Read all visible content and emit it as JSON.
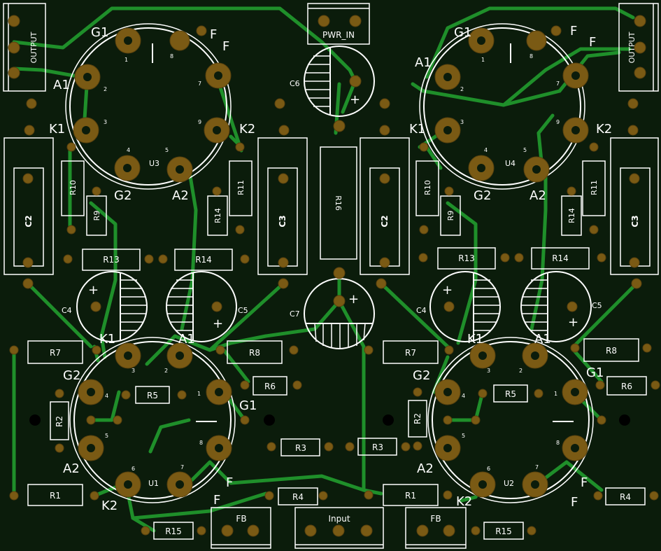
{
  "board": {
    "background": "#0b1c0b",
    "trace_color": "#1f8f2a",
    "pad_color": "#7a5a14",
    "silk_color": "#ffffff"
  },
  "labels": {
    "output": "OUTPUT",
    "pwr_in": "PWR_IN",
    "input": "Input",
    "fb": "FB",
    "plus": "+"
  },
  "tubes": {
    "u3": {
      "ref": "U3",
      "g1": "G1",
      "g2": "G2",
      "f": "F",
      "a1": "A1",
      "a2": "A2",
      "k1": "K1",
      "k2": "K2"
    },
    "u4": {
      "ref": "U4",
      "g1": "G1",
      "g2": "G2",
      "f": "F",
      "a1": "A1",
      "a2": "A2",
      "k1": "K1",
      "k2": "K2"
    },
    "u1": {
      "ref": "U1",
      "g1": "G1",
      "g2": "G2",
      "f": "F",
      "a1": "A1",
      "a2": "A2",
      "k1": "K1",
      "k2": "K2"
    },
    "u2": {
      "ref": "U2",
      "g1": "G1",
      "g2": "G2",
      "f": "F",
      "a1": "A1",
      "a2": "A2",
      "k1": "K1",
      "k2": "K2"
    }
  },
  "parts": {
    "c2": "C2",
    "c3": "C3",
    "c4": "C4",
    "c5": "C5",
    "c6": "C6",
    "c7": "C7",
    "r1": "R1",
    "r2": "R2",
    "r3": "R3",
    "r4": "R4",
    "r5": "R5",
    "r6": "R6",
    "r7": "R7",
    "r8": "R8",
    "r9": "R9",
    "r10": "R10",
    "r11": "R11",
    "r13": "R13",
    "r14": "R14",
    "r15": "R15",
    "r16": "R16"
  },
  "pin_numbers": [
    "1",
    "2",
    "3",
    "4",
    "5",
    "6",
    "7",
    "8",
    "9"
  ]
}
